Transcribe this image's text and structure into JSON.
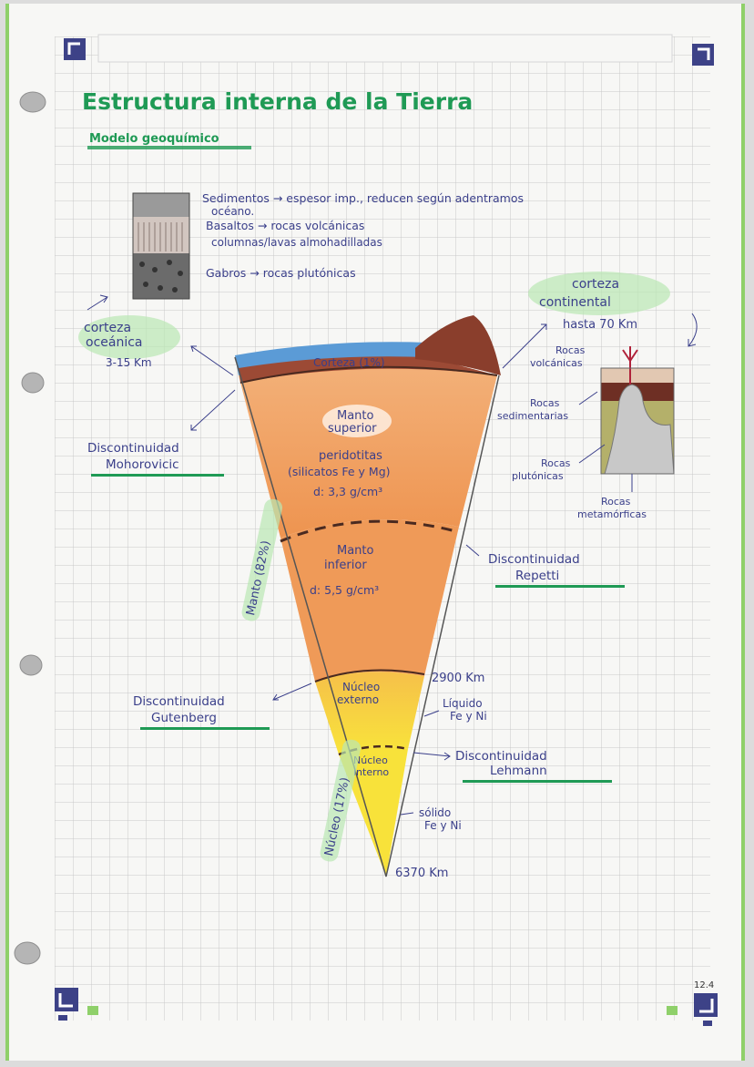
{
  "page": {
    "title": "Estructura interna de la Tierra",
    "subtitle": "Modelo geoquímico",
    "page_number": "12.4"
  },
  "ocean_crust_box": {
    "sediments": "Sedimentos → espesor imp., reducen según adentramos",
    "sediments_2": "océano.",
    "basalts": "Basaltos → rocas volcánicas",
    "basalts_2": "columnas/lavas almohadilladas",
    "gabbros": "Gabros → rocas plutónicas"
  },
  "left_labels": {
    "oceanic_crust": "corteza",
    "oceanic_crust_2": "oceánica",
    "oceanic_thickness": "3-15 Km",
    "moho_1": "Discontinuidad",
    "moho_2": "Mohorovicic",
    "gutenberg_1": "Discontinuidad",
    "gutenberg_2": "Gutenberg",
    "mantle_side": "Manto (82%)",
    "core_side": "Núcleo (17%)"
  },
  "wedge": {
    "crust_label": "Corteza (1%)",
    "upper_mantle_1": "Manto",
    "upper_mantle_2": "superior",
    "peridotite": "peridotitas",
    "silicates": "(silicatos Fe y Mg)",
    "upper_density": "d: 3,3 g/cm³",
    "lower_mantle_1": "Manto",
    "lower_mantle_2": "inferior",
    "lower_density": "d: 5,5 g/cm³",
    "outer_core_1": "Núcleo",
    "outer_core_2": "externo",
    "inner_core_1": "Núcleo",
    "inner_core_2": "interno"
  },
  "right_labels": {
    "continental_1": "corteza",
    "continental_2": "continental",
    "continental_depth": "hasta 70 Km",
    "volcanic_1": "Rocas",
    "volcanic_2": "volcánicas",
    "sedimentary_1": "Rocas",
    "sedimentary_2": "sedimentarias",
    "plutonic_1": "Rocas",
    "plutonic_2": "plutónicas",
    "metamorphic_1": "Rocas",
    "metamorphic_2": "metamórficas",
    "repetti_1": "Discontinuidad",
    "repetti_2": "Repetti",
    "depth_2900": "2900 Km",
    "liquid_1": "Líquido",
    "liquid_2": "Fe y Ni",
    "lehmann_1": "Discontinuidad",
    "lehmann_2": "Lehmann",
    "solid_1": "sólido",
    "solid_2": "Fe y Ni",
    "depth_6370": "6370 Km"
  },
  "colors": {
    "title_green": "#1f9a55",
    "ink_blue": "#3a3f8a",
    "highlight_green": "#b9e7b4",
    "ocean_blue": "#5b9bd6",
    "crust_brown": "#7a3a2a",
    "mantle_orange": "#f0a76a",
    "lower_mantle_orange": "#ee9755",
    "outer_core": "#f5c24a",
    "inner_core": "#f8e23a",
    "grid": "#c9c9c9"
  }
}
